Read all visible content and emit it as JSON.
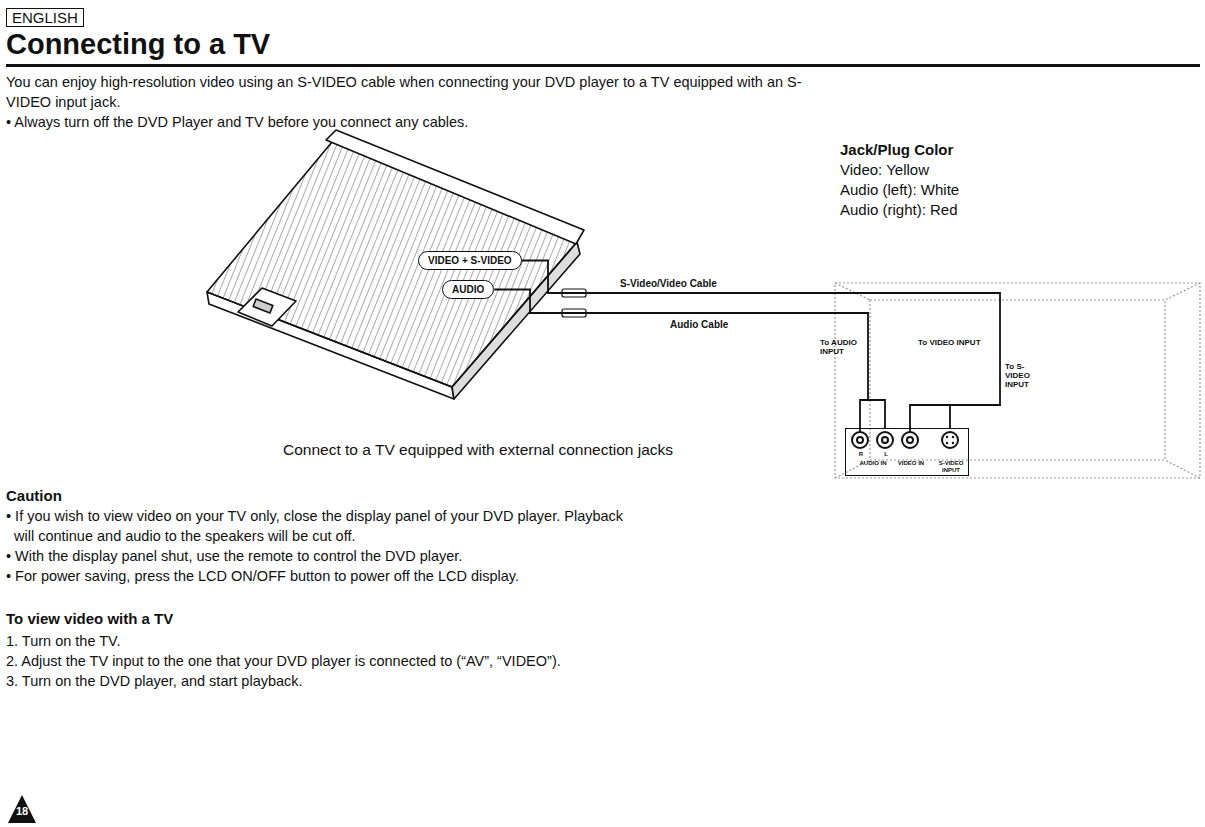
{
  "diagram": {
    "title": "Connecting to a TV",
    "caption": "Connect to a TV equipped with external connection jacks",
    "nodes": [
      {
        "text": [
          "VIDEO + S-VIDEO"
        ]
      },
      {
        "text": [
          "AUDIO"
        ]
      },
      {
        "text": [
          "R",
          "L",
          "AUDIO IN",
          "VIDEO IN",
          "S-VIDEO INPUT"
        ]
      }
    ],
    "edges": [
      {
        "from": 0,
        "to": 2,
        "arrow": "none",
        "label": "S-Video/Video Cable"
      },
      {
        "from": 1,
        "to": 2,
        "arrow": "none",
        "label": "Audio Cable"
      }
    ],
    "labels": [
      "ENGLISH",
      "You can enjoy high-resolution video using an S-VIDEO cable when connecting your DVD player to a TV equipped with an S-VIDEO input jack.",
      "• Always turn off the DVD Player and TV before you connect any cables.",
      "Jack/Plug Color",
      "Video: Yellow",
      "Audio (left): White",
      "Audio (right): Red",
      "To AUDIO INPUT",
      "To VIDEO INPUT",
      "To S-VIDEO INPUT",
      "Caution",
      "• If you wish to view video on your TV only, close the display panel of your DVD player. Playback will continue and audio to the speakers will be cut off.",
      "• With the display panel shut, use the remote to control the DVD player.",
      "• For power saving, press the LCD ON/OFF button to power off the LCD display.",
      "To view video with a TV",
      "1. Turn on the TV.",
      "2. Adjust the TV input to the one that your DVD player is connected to (“AV”, “VIDEO”).",
      "3. Turn on the DVD player, and start playback.",
      "18"
    ]
  }
}
